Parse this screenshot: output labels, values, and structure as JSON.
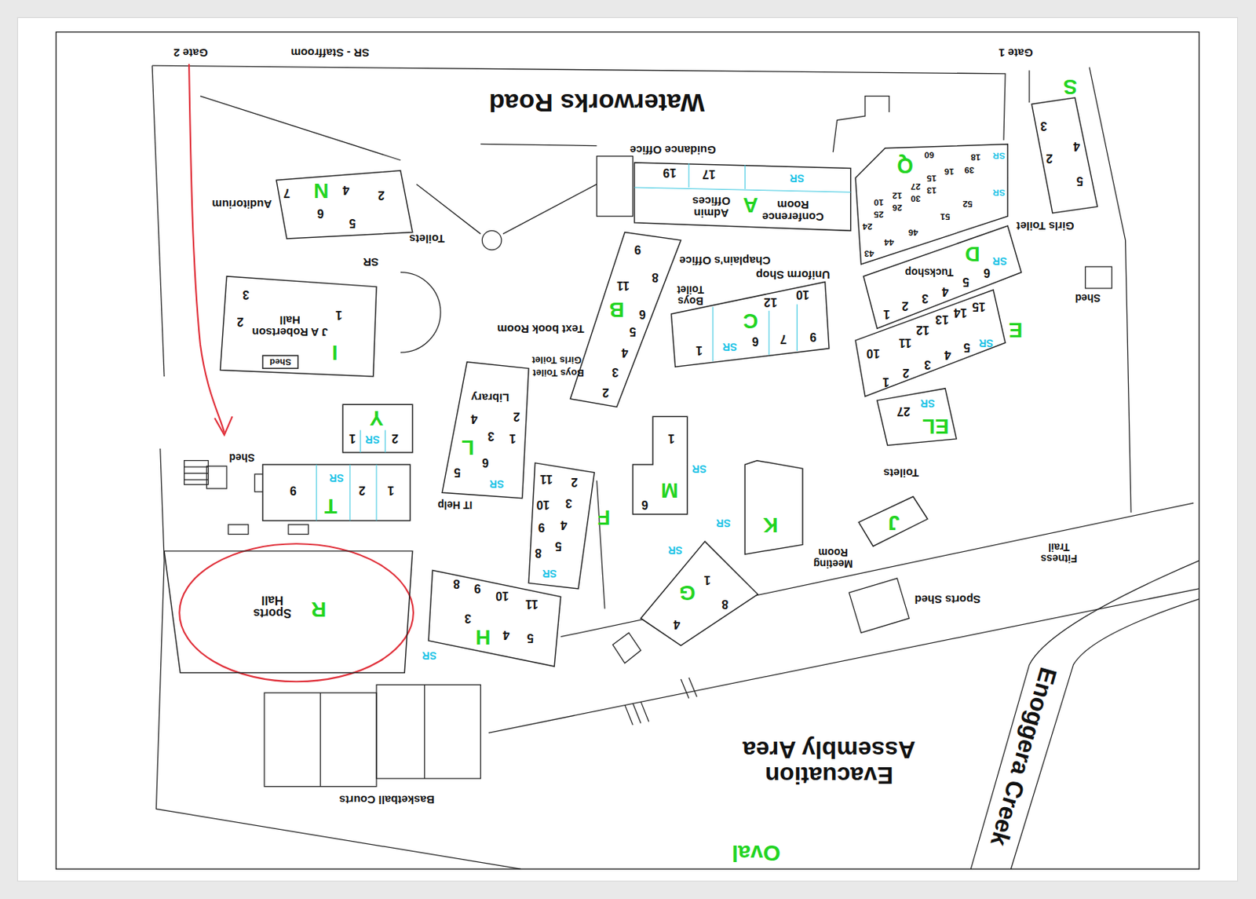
{
  "diagram": {
    "nodes": [
      {
        "text": [
          "S",
          "3",
          "4",
          "2",
          "5"
        ]
      },
      {
        "text": [
          "Q",
          "60",
          "18",
          "39",
          "16",
          "15",
          "27",
          "13",
          "30",
          "12",
          "26",
          "10",
          "25",
          "24",
          "46",
          "44",
          "43",
          "51",
          "52",
          "SR",
          "SR"
        ]
      },
      {
        "text": [
          "17",
          "19",
          "SR",
          "A",
          "Conference Room",
          "Admin Offices"
        ]
      },
      {
        "text": [
          "N",
          "7",
          "4",
          "2",
          "6",
          "5"
        ]
      },
      {
        "text": [
          "3",
          "2",
          "1",
          "J A Robertson Hall",
          "I"
        ]
      },
      {
        "text": [
          "Shed"
        ],
        "in": 4
      },
      {
        "text": [
          "D",
          "SR",
          "6",
          "5",
          "4",
          "3",
          "2",
          "1",
          "Tuckshop"
        ]
      },
      {
        "text": [
          "9",
          "8",
          "11",
          "B",
          "6",
          "5",
          "4",
          "3",
          "2"
        ]
      },
      {
        "text": [
          "10",
          "12",
          "C",
          "9",
          "7",
          "6",
          "SR",
          "1"
        ]
      },
      {
        "text": [
          "15",
          "14",
          "13",
          "12",
          "11",
          "10",
          "E",
          "SR",
          "5",
          "4",
          "3",
          "2",
          "1"
        ]
      },
      {
        "text": [
          "SR",
          "27",
          "EL"
        ]
      },
      {
        "text": [
          "Y",
          "2",
          "SR",
          "1"
        ]
      },
      {
        "text": [
          "Library",
          "2",
          "4",
          "3",
          "1",
          "L",
          "6",
          "5",
          "SR"
        ]
      },
      {
        "text": [
          "1",
          "M",
          "6"
        ]
      },
      {
        "text": [
          "T",
          "1",
          "2",
          "SR",
          "9"
        ]
      },
      {
        "text": [
          "2",
          "11",
          "3",
          "10",
          "F",
          "4",
          "9",
          "5",
          "8",
          "SR"
        ]
      },
      {
        "text": [
          "K"
        ]
      },
      {
        "text": [
          "J"
        ]
      },
      {
        "text": [
          "1",
          "G",
          "8",
          "4"
        ]
      },
      {
        "text": [
          "8",
          "9",
          "10",
          "11",
          "3",
          "H",
          "4",
          "5"
        ]
      },
      {
        "text": [
          "R",
          "Sports Hall"
        ]
      }
    ],
    "labels": [
      "Gate 2",
      "SR - Staffroom",
      "Gate 1",
      "Waterworks Road",
      "Guidance Office",
      "Auditorium",
      "Toilets",
      "SR",
      "Chaplain's Office",
      "Uniform Shop",
      "Boys Toilet",
      "Girls Toilet",
      "Shed",
      "Text book Room",
      "Girls Toilet",
      "Boys Toilet",
      "Shed",
      "IT Help",
      "SR",
      "SR",
      "Toilets",
      "Meeting Room",
      "SR",
      "Fitness Trail",
      "Sports Shed",
      "SR",
      "Basketball Courts",
      "Evacuation Assembly Area",
      "Oval",
      "Enoggera Creek"
    ]
  }
}
